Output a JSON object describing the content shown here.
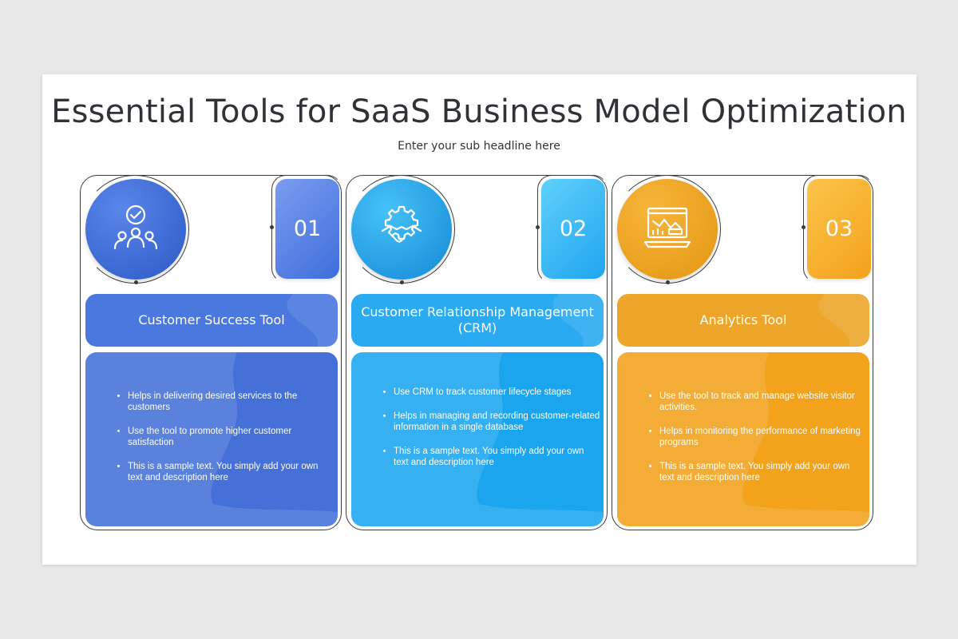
{
  "title": "Essential Tools for SaaS Business Model Optimization",
  "subtitle": "Enter your sub headline here",
  "columns": [
    {
      "number": "01",
      "heading": "Customer Success Tool",
      "icon": "people-heart-badge-icon",
      "color": "#3f6fd8",
      "bullets": [
        "Helps in delivering desired services to the customers",
        "Use the tool to promote higher customer satisfaction",
        "This is a sample text. You simply add your own text and description here"
      ]
    },
    {
      "number": "02",
      "heading": "Customer Relationship Management (CRM)",
      "icon": "handshake-gear-icon",
      "color": "#1ea8ee",
      "bullets": [
        "Use CRM to track customer lifecycle stages",
        "Helps in managing and recording customer-related information in a single database",
        "This is a sample text. You simply add your own text and description here"
      ]
    },
    {
      "number": "03",
      "heading": "Analytics Tool",
      "icon": "analytics-dashboard-icon",
      "color": "#f2a31e",
      "bullets": [
        "Use the tool to track and manage website visitor activities.",
        "Helps in monitoring the performance of marketing programs",
        "This is a sample text. You simply add your own text and description here"
      ]
    }
  ]
}
